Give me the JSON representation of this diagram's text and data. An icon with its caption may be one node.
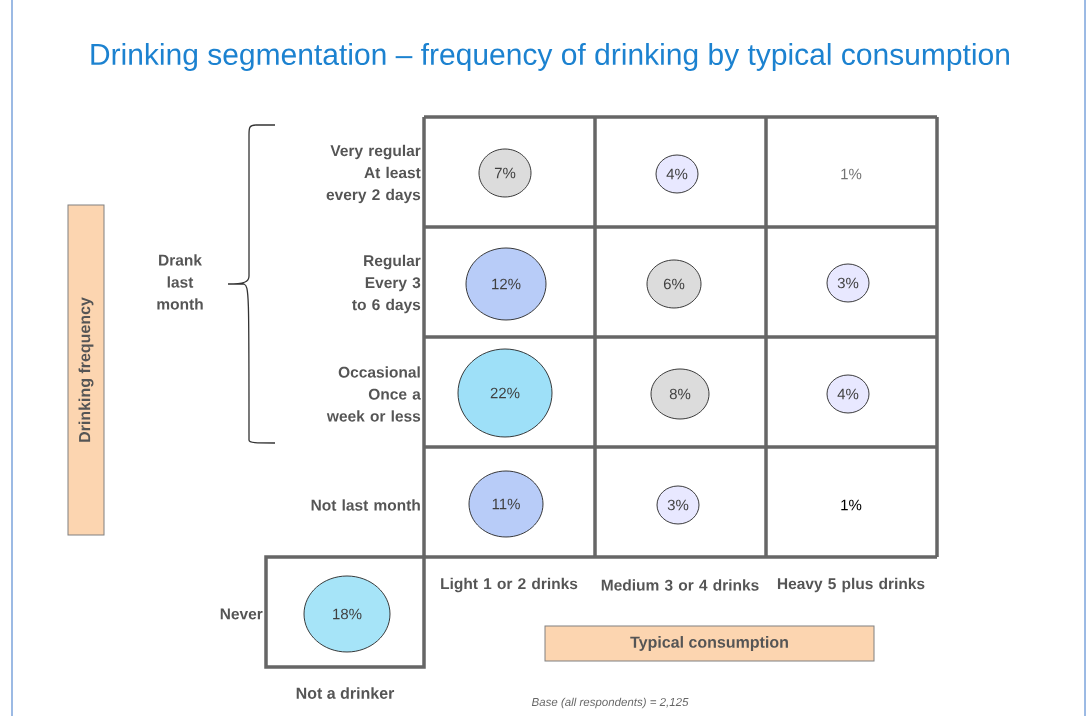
{
  "diagram": {
    "title": "Drinking segmentation – frequency of drinking by typical consumption",
    "nodes": [
      {
        "text": [
          "Drinking frequency"
        ]
      },
      {
        "text": [
          "Typical consumption"
        ]
      },
      {
        "text": [
          "Not a drinker"
        ]
      },
      {
        "text": [
          "18%"
        ],
        "in": 2
      },
      {
        "text": [
          "7%"
        ]
      },
      {
        "text": [
          "4%"
        ]
      },
      {
        "text": [
          "12%"
        ]
      },
      {
        "text": [
          "6%"
        ]
      },
      {
        "text": [
          "3%"
        ]
      },
      {
        "text": [
          "22%"
        ]
      },
      {
        "text": [
          "8%"
        ]
      },
      {
        "text": [
          "4%"
        ]
      },
      {
        "text": [
          "11%"
        ]
      },
      {
        "text": [
          "3%"
        ]
      }
    ],
    "labels": [
      "Very regular At least every 2 days",
      "1%",
      "Drank last month",
      "Regular Every 3 to 6 days",
      "Occasional Once a week or less",
      "Not last month",
      "1%",
      "Light 1 or 2 drinks",
      "Medium 3 or 4 drinks",
      "Heavy 5 plus drinks",
      "Never",
      "Base  (all respondents) = 2,125"
    ]
  }
}
